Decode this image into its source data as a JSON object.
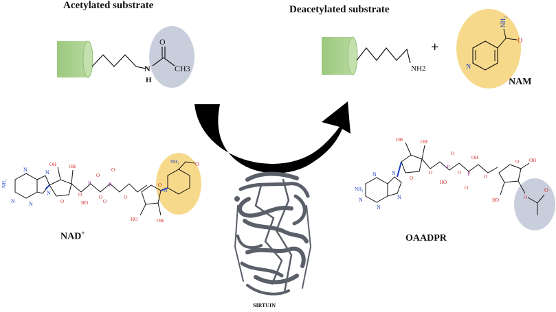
{
  "labels": {
    "acetylated_substrate": "Acetylated substrate",
    "deacetylated_substrate": "Deacetylated substrate",
    "plus": "+",
    "nam": "NAM",
    "nad": "NAD",
    "nad_charge": "+",
    "oaadpr": "OAADPR",
    "sirtuin": "SIRTUIN"
  },
  "atoms": {
    "amide_n": "N",
    "amide_h": "H",
    "carbonyl_o": "O",
    "methyl": "CH3",
    "nh2": "NH2",
    "nh2_rot": "NH₂",
    "ring_n": "N",
    "oh": "OH",
    "ho": "HO",
    "o": "O",
    "p": "P",
    "nh2_base": "NH₂"
  },
  "colors": {
    "cylinder_fill": "#a8d08d",
    "cylinder_edge": "#8fc070",
    "grey_highlight": "#c9cedd",
    "yellow_highlight": "#f6d98a",
    "arrow": "#000000",
    "nitrogen": "#1f3fbf",
    "oxygen": "#d02020",
    "phosphorus": "#a0309a",
    "protein": "#5a5f69"
  }
}
